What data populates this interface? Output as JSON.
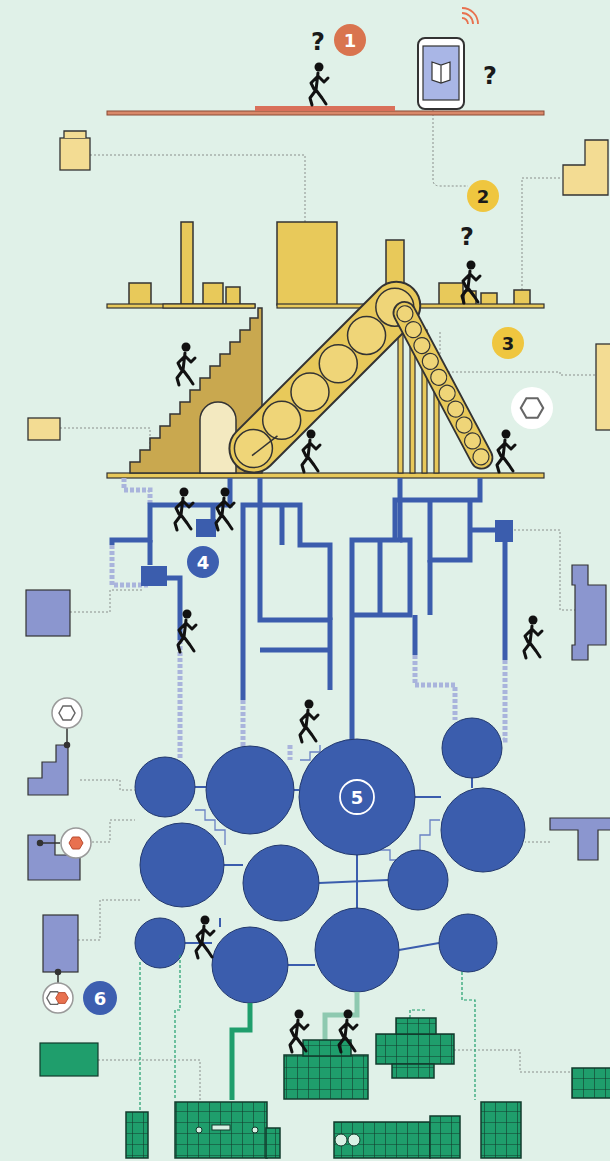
{
  "diagram": {
    "labels": [
      "?",
      "1",
      "?",
      "2",
      "?",
      "3",
      "4",
      "5",
      "6"
    ]
  }
}
